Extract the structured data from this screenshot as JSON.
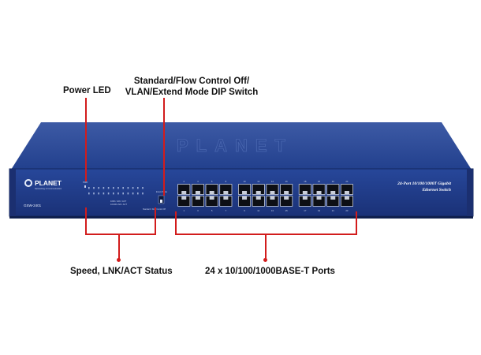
{
  "callouts": {
    "power_led": "Power LED",
    "dip_switch_line1": "Standard/Flow Control Off/",
    "dip_switch_line2": "VLAN/Extend Mode DIP Switch",
    "status_leds": "Speed, LNK/ACT Status",
    "ports": "24 x 10/100/1000BASE-T Ports"
  },
  "device": {
    "brand": "PLANET",
    "brand_tagline": "Networking & Communication",
    "model": "GSW-2401",
    "description_line1": "24-Port 10/100/1000T Gigabit",
    "description_line2": "Ethernet Switch",
    "top_logo": "PLANET",
    "power_label": "PWR",
    "led_legend_1": "1000 / LNK / ACT",
    "led_legend_2": "10/100 LNK / ACT",
    "dip_label_top": "Extend Mode",
    "dip_label_bottom": "Standard / Flow Control Off"
  },
  "ports": {
    "top_numbers": [
      "2",
      "4",
      "6",
      "8",
      "10",
      "12",
      "14",
      "16",
      "18",
      "20",
      "22",
      "24"
    ],
    "bottom_numbers": [
      "1",
      "3",
      "5",
      "7",
      "9",
      "11",
      "13",
      "15",
      "17",
      "19",
      "21",
      "23"
    ]
  },
  "colors": {
    "chassis_front": "#1f3a86",
    "chassis_top": "#2b4a97",
    "callout_line": "#d21c1c"
  }
}
